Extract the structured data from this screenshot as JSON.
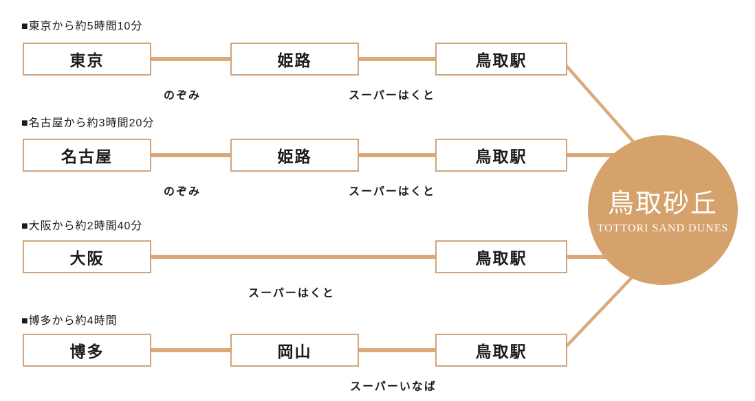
{
  "palette": {
    "line": "#DBA97A",
    "box_border": "#CFA57C",
    "circle_fill": "#D5A26B",
    "text": "#1A1A1A"
  },
  "destination": {
    "name_jp": "鳥取砂丘",
    "name_en": "TOTTORI SAND DUNES"
  },
  "routes": [
    {
      "heading": "■東京から約5時間10分",
      "stations": [
        "東京",
        "姫路",
        "鳥取駅"
      ],
      "trains": [
        "のぞみ",
        "スーパーはくと"
      ]
    },
    {
      "heading": "■名古屋から約3時間20分",
      "stations": [
        "名古屋",
        "姫路",
        "鳥取駅"
      ],
      "trains": [
        "のぞみ",
        "スーパーはくと"
      ]
    },
    {
      "heading": "■大阪から約2時間40分",
      "stations": [
        "大阪",
        "鳥取駅"
      ],
      "trains": [
        "スーパーはくと"
      ]
    },
    {
      "heading": "■博多から約4時間",
      "stations": [
        "博多",
        "岡山",
        "鳥取駅"
      ],
      "trains": [
        "スーパーいなば"
      ]
    }
  ]
}
